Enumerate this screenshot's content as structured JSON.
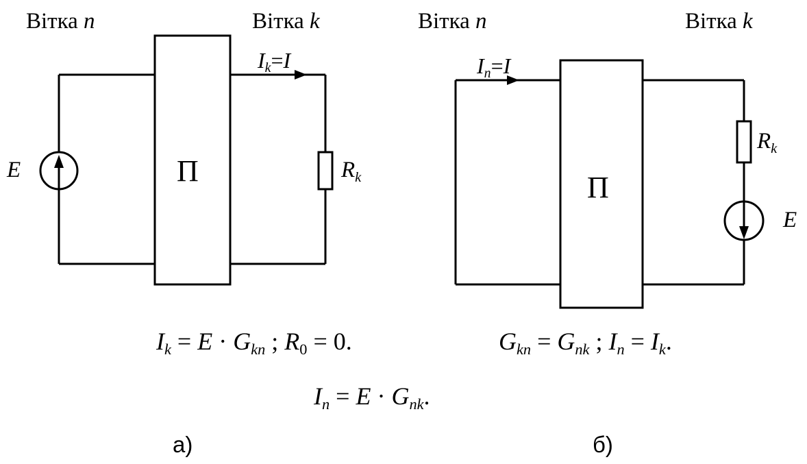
{
  "circuit_a": {
    "branch_n": {
      "word": "Вітка",
      "index": "n"
    },
    "branch_k": {
      "word": "Вітка",
      "index": "k"
    },
    "current": {
      "sym": "I",
      "sub": "k",
      "rhs": "I"
    },
    "block": "П",
    "source": "E",
    "resistor": {
      "sym": "R",
      "sub": "k"
    },
    "formula": {
      "lhs": "I",
      "lhs_sub": "k",
      "rhs_sym": "E",
      "rhs_g": "G",
      "rhs_g_sub": "kn",
      "cond_sym": "R",
      "cond_sub": "0",
      "cond_val": "0"
    },
    "caption": "а)"
  },
  "circuit_b": {
    "branch_n": {
      "word": "Вітка",
      "index": "n"
    },
    "branch_k": {
      "word": "Вітка",
      "index": "k"
    },
    "current": {
      "sym": "I",
      "sub": "n",
      "rhs": "I"
    },
    "block": "П",
    "source": "E",
    "resistor": {
      "sym": "R",
      "sub": "k"
    },
    "formula": {
      "g1": "G",
      "g1_sub": "kn",
      "g2": "G",
      "g2_sub": "nk",
      "i1": "I",
      "i1_sub": "n",
      "i2": "I",
      "i2_sub": "k"
    },
    "caption": "б)"
  },
  "bottom_formula": {
    "lhs": "I",
    "lhs_sub": "n",
    "rhs_sym": "E",
    "rhs_g": "G",
    "rhs_g_sub": "nk"
  }
}
